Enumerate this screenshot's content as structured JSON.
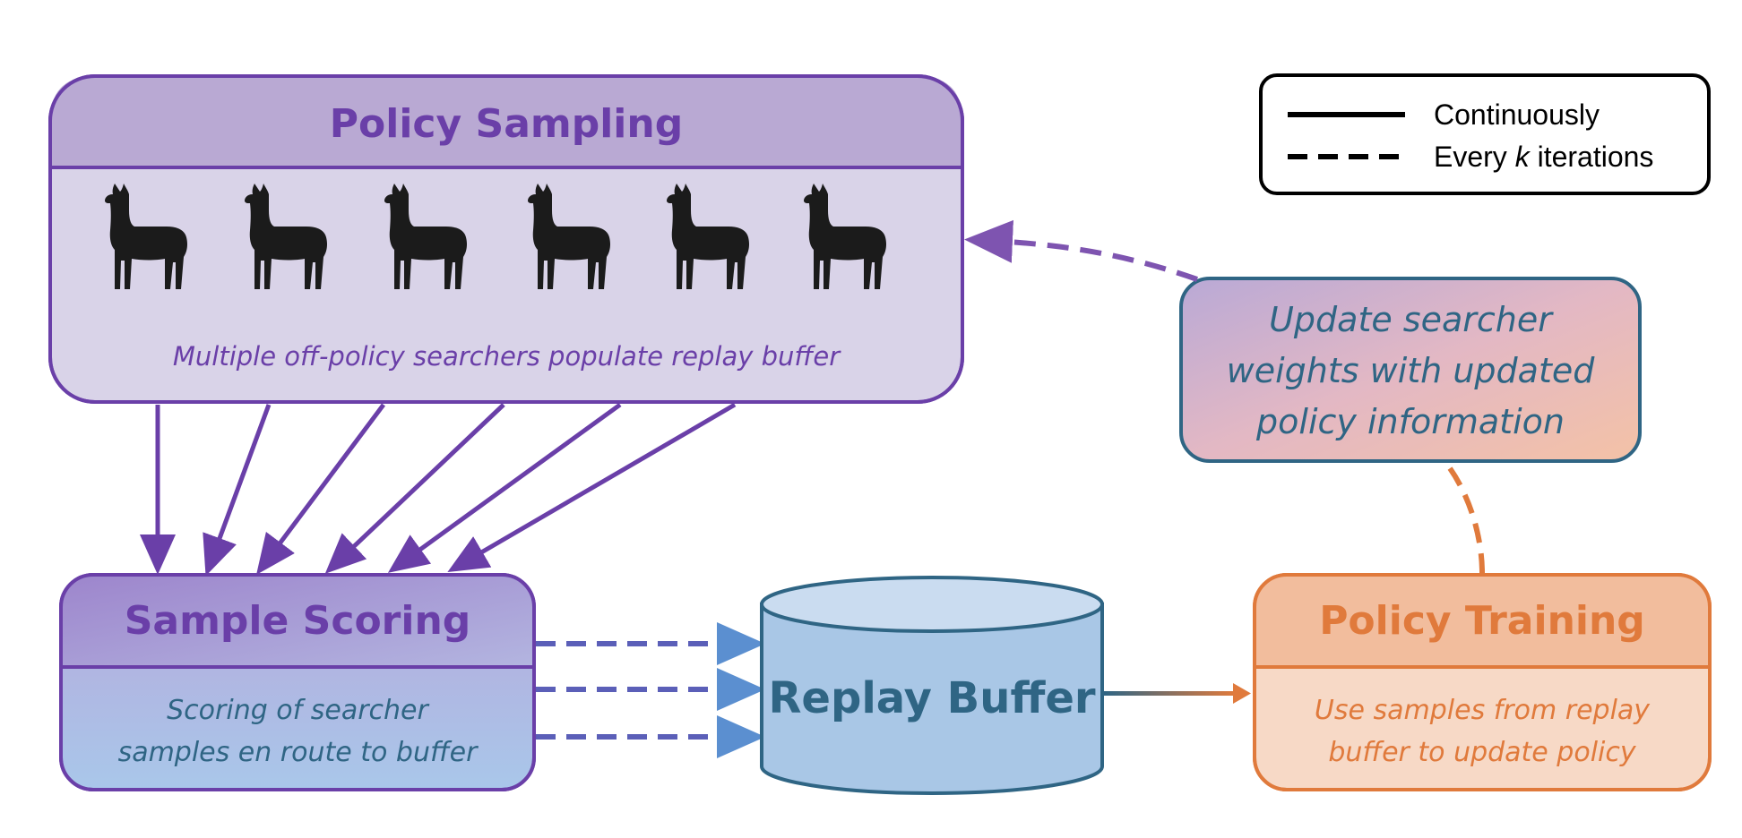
{
  "policy_sampling": {
    "title": "Policy Sampling",
    "caption": "Multiple off-policy searchers populate replay buffer",
    "searcher_icon": "llama-icon",
    "searcher_count": 6
  },
  "sample_scoring": {
    "title": "Sample Scoring",
    "caption_line1": "Scoring of searcher",
    "caption_line2": "samples en route to buffer"
  },
  "replay_buffer": {
    "title": "Replay Buffer"
  },
  "policy_training": {
    "title": "Policy Training",
    "caption_line1": "Use samples from replay",
    "caption_line2": "buffer to update policy"
  },
  "update_box": {
    "line1": "Update searcher",
    "line2": "weights with updated",
    "line3": "policy information"
  },
  "legend": {
    "solid_label": "Continuously",
    "dashed_prefix": "Every ",
    "dashed_var": "k",
    "dashed_suffix": " iterations"
  },
  "colors": {
    "purple_dark": "#6a3fa8",
    "purple_fill": "#d9d3e8",
    "purple_header": "#b9a9d3",
    "blue_dark": "#2f6584",
    "blue_fill": "#a9c7e6",
    "blue_top": "#cadcf0",
    "orange_dark": "#e07a3c",
    "orange_fill": "#f7d9c6",
    "orange_header": "#f2bd9d",
    "teal_text": "#2f6584"
  }
}
